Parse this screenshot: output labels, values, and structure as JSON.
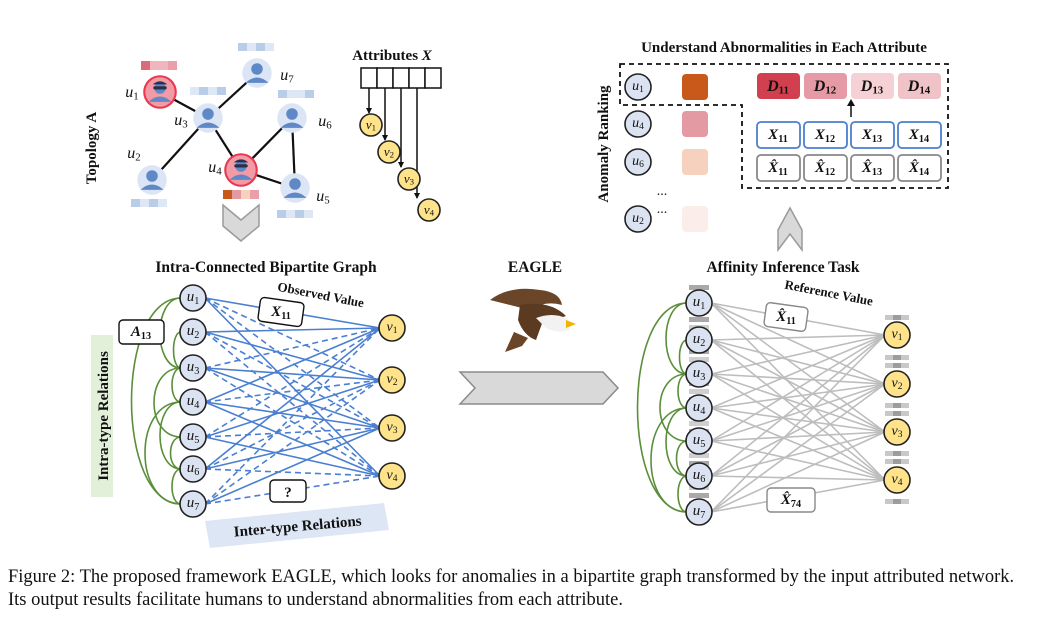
{
  "labels": {
    "topology_axis": "Topology A",
    "attributes_title": "Attributes X",
    "understand_title": "Understand Abnormalities in Each Attribute",
    "anomaly_ranking": "Anomaly Ranking",
    "bipartite_title": "Intra-Connected Bipartite Graph",
    "affinity_title": "Affinity Inference Task",
    "method_name": "EAGLE",
    "observed_value": "Observed Value",
    "reference_value": "Reference Value",
    "intra_type": "Intra-type Relations",
    "inter_type": "Inter-type Relations",
    "a13": "A13",
    "x11_edge": "X11",
    "question": "?",
    "xhat11_edge": "X̂11",
    "xhat74_edge": "X̂74",
    "ellipsis": "..."
  },
  "topology_users": [
    {
      "label": "u1",
      "anomalous": true
    },
    {
      "label": "u2",
      "anomalous": false
    },
    {
      "label": "u3",
      "anomalous": false
    },
    {
      "label": "u4",
      "anomalous": true
    },
    {
      "label": "u5",
      "anomalous": false
    },
    {
      "label": "u6",
      "anomalous": false
    },
    {
      "label": "u7",
      "anomalous": false
    }
  ],
  "topology_edges": [
    [
      "u1",
      "u3"
    ],
    [
      "u3",
      "u7"
    ],
    [
      "u3",
      "u2"
    ],
    [
      "u3",
      "u4"
    ],
    [
      "u4",
      "u6"
    ],
    [
      "u6",
      "u5"
    ],
    [
      "u4",
      "u5"
    ]
  ],
  "attribute_nodes": [
    "v1",
    "v2",
    "v3",
    "v4"
  ],
  "ranking": [
    {
      "user": "u1",
      "color": "#c9581b"
    },
    {
      "user": "u4",
      "color": "#e39aa3"
    },
    {
      "user": "u6",
      "color": "#f6d1bd"
    },
    {
      "user": "u2",
      "color": "#fbeeea"
    }
  ],
  "d_row": [
    {
      "label": "D11",
      "color": "#d2404f"
    },
    {
      "label": "D12",
      "color": "#e69aa5"
    },
    {
      "label": "D13",
      "color": "#f5d1d6"
    },
    {
      "label": "D14",
      "color": "#efc3c8"
    }
  ],
  "x_row": [
    "X11",
    "X12",
    "X13",
    "X14"
  ],
  "xhat_row": [
    "X̂11",
    "X̂12",
    "X̂13",
    "X̂14"
  ],
  "bipartite_users": [
    "u1",
    "u2",
    "u3",
    "u4",
    "u5",
    "u6",
    "u7"
  ],
  "bipartite_attrs": [
    "v1",
    "v2",
    "v3",
    "v4"
  ],
  "colors": {
    "user_fill": "#dbe3f2",
    "attr_fill": "#ffe38a",
    "blue_edge": "#4a7fd1",
    "green_edge": "#5a8f3a",
    "gray_edge": "#bdbdbd",
    "intra_bg": "#e2f0d9",
    "inter_bg": "#dde6f4"
  },
  "caption": {
    "prefix": "Figure 2: The proposed framework E",
    "sc": "AGLE",
    "suffix": ", which looks for anomalies in a bipartite graph transformed by the input attributed network. Its output results facilitate humans to understand abnormalities from each attribute."
  }
}
